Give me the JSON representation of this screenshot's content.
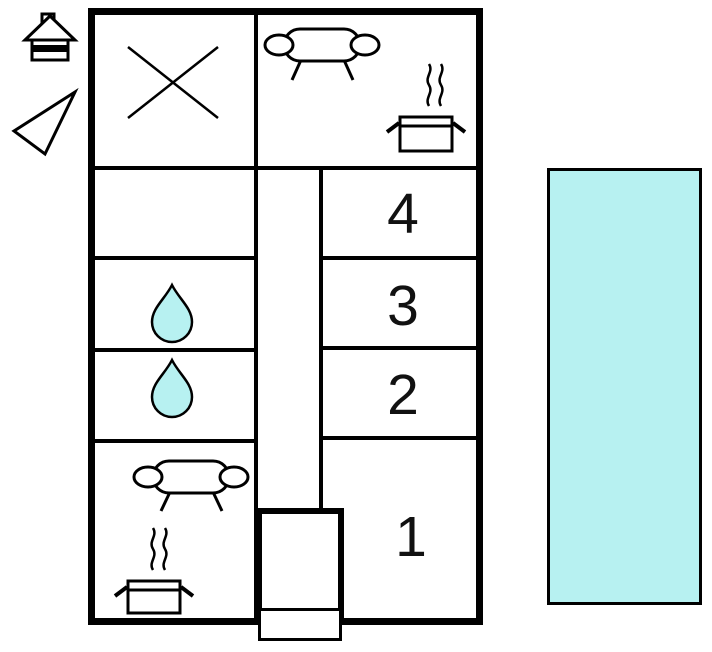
{
  "plan": {
    "room_labels": [
      "4",
      "3",
      "2",
      "1"
    ]
  },
  "colors": {
    "water": "#b7f1f1",
    "wall": "#000000",
    "background": "#ffffff"
  },
  "icons": {
    "house": "house-icon",
    "north_arrow": "north-arrow-icon",
    "crossed_lines": "crossed-room-icon",
    "sofa": "sofa-icon",
    "cooking_pot": "cooking-pot-icon",
    "water_drop": "water-drop-icon",
    "pool": "pool-area"
  }
}
